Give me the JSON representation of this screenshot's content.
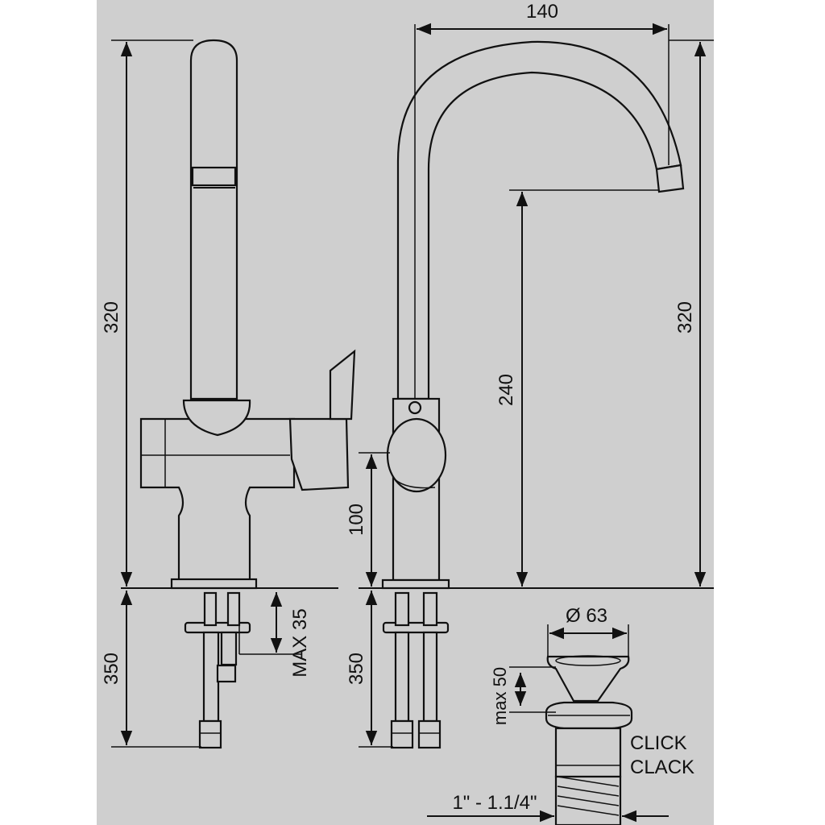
{
  "dimensions": {
    "left_height": "320",
    "left_hose": "350",
    "max_thread": "MAX 35",
    "spout_reach": "140",
    "spout_height": "240",
    "lever_height": "100",
    "right_height": "320",
    "right_hose": "350",
    "waste_diameter": "Ø 63",
    "waste_max": "max 50",
    "waste_thread": "1\" - 1.1/4\""
  },
  "labels": {
    "click": "CLICK",
    "clack": "CLACK"
  },
  "colors": {
    "background": "#cfcfcf",
    "line": "#111111"
  }
}
